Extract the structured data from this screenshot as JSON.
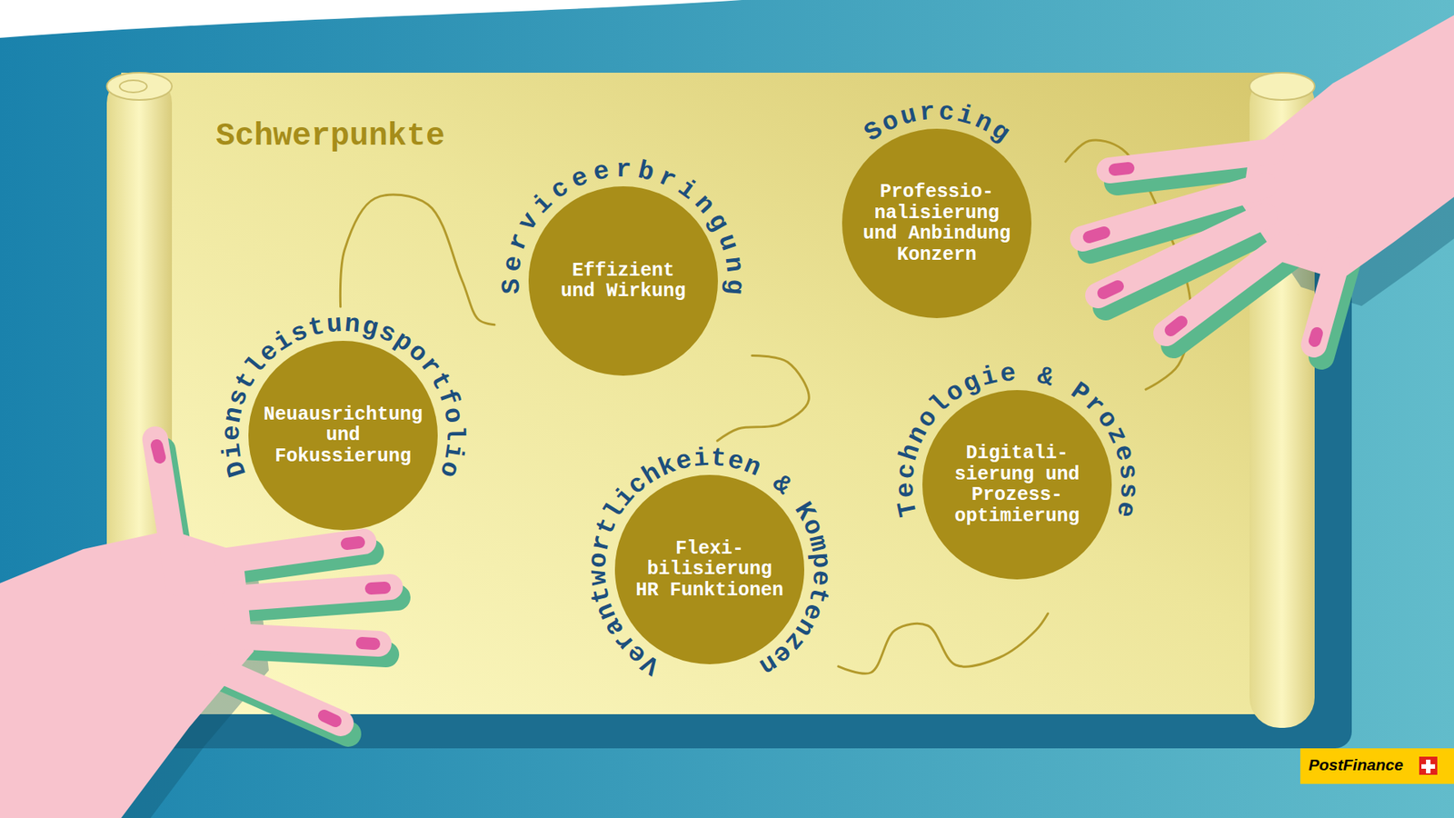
{
  "diagram": {
    "title": "Schwerpunkte",
    "nodes": [
      {
        "text": [
          "Dienstleistungsportfolio",
          "Neuausrichtung und Fokussierung"
        ]
      },
      {
        "text": [
          "Serviceerbringung",
          "Effizient und Wirkung"
        ]
      },
      {
        "text": [
          "Sourcing",
          "Professio- nalisierung und Anbindung Konzern"
        ]
      },
      {
        "text": [
          "Verantwortlichkeiten & Kompetenzen",
          "Flexi- bilisierung HR Funktionen"
        ]
      },
      {
        "text": [
          "Technologie & Prozesse",
          "Digitali- sierung und Prozess- optimierung"
        ]
      }
    ],
    "edges": [
      {
        "from": 0,
        "to": 1,
        "arrow": "none"
      },
      {
        "from": 1,
        "to": 3,
        "arrow": "none"
      },
      {
        "from": 3,
        "to": 4,
        "arrow": "none"
      },
      {
        "from": 4,
        "to": 2,
        "arrow": "none"
      }
    ],
    "labels": [
      "PostFinance"
    ]
  }
}
